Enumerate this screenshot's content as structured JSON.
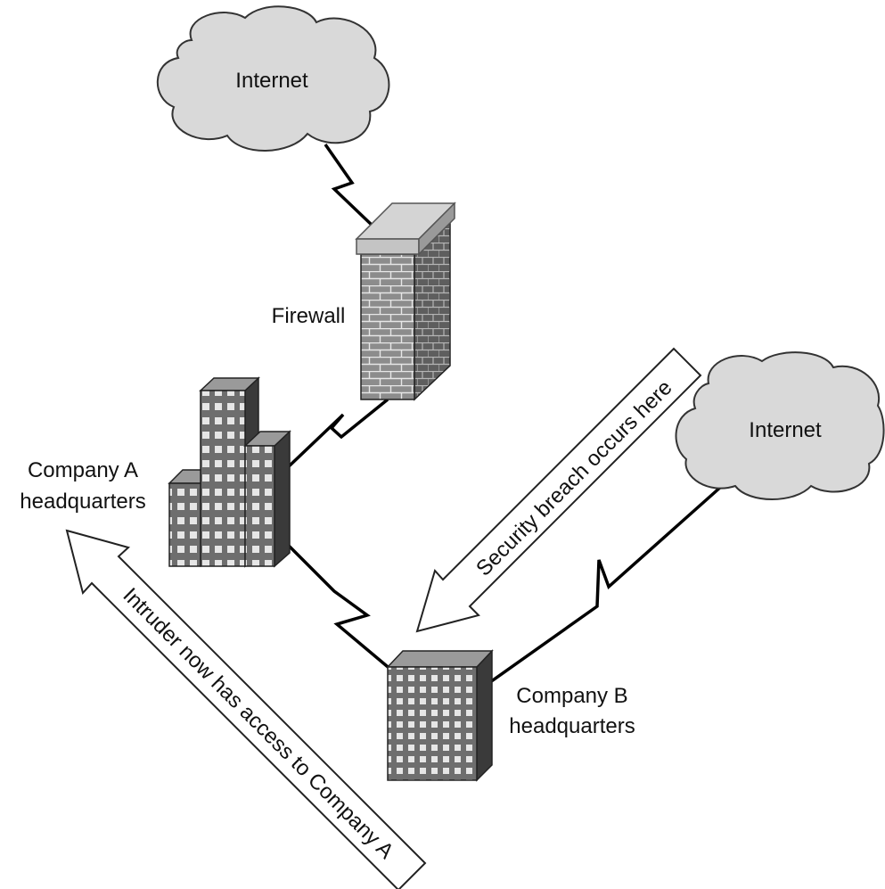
{
  "diagram": {
    "nodes": {
      "internet_top": {
        "label": "Internet",
        "icon": "cloud-icon"
      },
      "firewall": {
        "label": "Firewall",
        "icon": "brick-wall-icon"
      },
      "company_a": {
        "label_line1": "Company A",
        "label_line2": "headquarters",
        "icon": "office-towers-icon"
      },
      "internet_right": {
        "label": "Internet",
        "icon": "cloud-icon"
      },
      "company_b": {
        "label_line1": "Company B",
        "label_line2": "headquarters",
        "icon": "office-building-icon"
      }
    },
    "arrows": {
      "breach": {
        "label": "Security breach occurs here"
      },
      "intruder": {
        "label": "Intruder now has access to Company A"
      }
    },
    "links": [
      "internet_top-firewall",
      "firewall-company_a",
      "company_a-company_b",
      "internet_right-company_b"
    ],
    "colors": {
      "cloud_fill": "#d9d9d9",
      "building_front": "#6e6e6e",
      "building_side": "#3a3a3a",
      "brick": "#8a8a8a",
      "wall_cap": "#d4d4d4"
    }
  }
}
